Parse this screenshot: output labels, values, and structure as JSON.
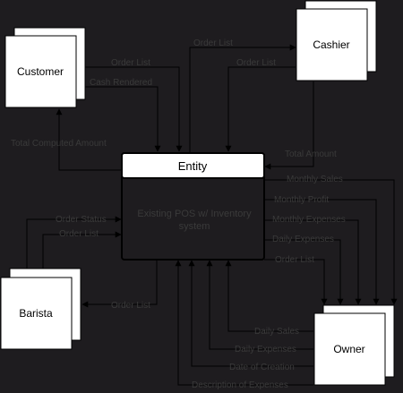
{
  "entities": {
    "customer": {
      "name": "Customer"
    },
    "cashier": {
      "name": "Cashier"
    },
    "barista": {
      "name": "Barista"
    },
    "owner": {
      "name": "Owner"
    }
  },
  "process": {
    "title": "Entity",
    "desc_line1": "Existing POS w/ Inventory",
    "desc_line2": "system"
  },
  "flows": {
    "customer_order_list": "Order List",
    "customer_cash_rendered": "Cash Rendered",
    "total_computed_amount": "Total Computed Amount",
    "cashier_order_list_out": "Order List",
    "cashier_order_list_in": "Order List",
    "total_amount": "Total Amount",
    "monthly_sales": "Monthly Sales",
    "monthly_profit": "Monthly Profit",
    "monthly_expenses": "Monthly Expenses",
    "daily_expenses_right": "Daily Expenses",
    "order_list_right": "Order List",
    "order_status": "Order Status",
    "barista_order_list_in": "Order List",
    "barista_order_list_out": "Order List",
    "daily_sales": "Daily Sales",
    "daily_expenses_bottom": "Daily Expenses",
    "date_of_creation": "Date of Creation",
    "description_of_expenses": "Description of Expenses"
  }
}
